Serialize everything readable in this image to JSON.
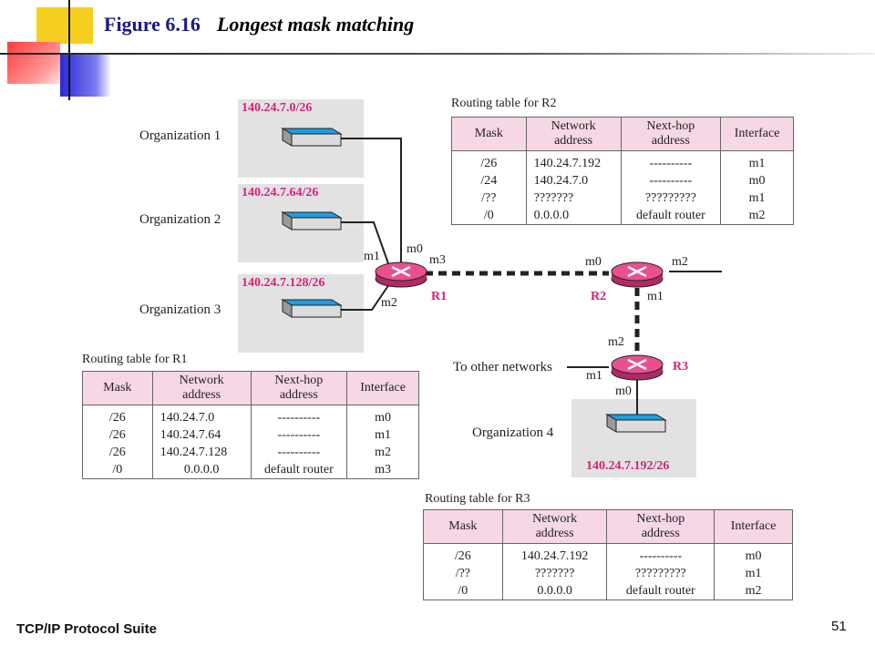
{
  "title": {
    "figure": "Figure 6.16",
    "caption": "Longest mask matching"
  },
  "footer": {
    "left": "TCP/IP Protocol Suite",
    "page": "51"
  },
  "organizations": {
    "org1": {
      "label": "Organization 1",
      "network": "140.24.7.0/26"
    },
    "org2": {
      "label": "Organization 2",
      "network": "140.24.7.64/26"
    },
    "org3": {
      "label": "Organization 3",
      "network": "140.24.7.128/26"
    },
    "org4": {
      "label": "Organization 4",
      "network": "140.24.7.192/26"
    },
    "other": "To other networks"
  },
  "routers": {
    "r1": {
      "name": "R1",
      "ports": {
        "m0": "m0",
        "m1": "m1",
        "m2": "m2",
        "m3": "m3"
      }
    },
    "r2": {
      "name": "R2",
      "ports": {
        "m0": "m0",
        "m1": "m1",
        "m2": "m2"
      }
    },
    "r3": {
      "name": "R3",
      "ports": {
        "m0": "m0",
        "m1": "m1",
        "m2": "m2"
      }
    }
  },
  "routing_tables": {
    "headers": {
      "mask": "Mask",
      "network_1": "Network",
      "network_2": "address",
      "nexthop_1": "Next-hop",
      "nexthop_2": "address",
      "interface": "Interface"
    },
    "r1": {
      "caption": "Routing table for R1",
      "rows": [
        {
          "mask": "/26",
          "network": "140.24.7.0",
          "nexthop": "----------",
          "interface": "m0"
        },
        {
          "mask": "/26",
          "network": "140.24.7.64",
          "nexthop": "----------",
          "interface": "m1"
        },
        {
          "mask": "/26",
          "network": "140.24.7.128",
          "nexthop": "----------",
          "interface": "m2"
        },
        {
          "mask": "/0",
          "network": "0.0.0.0",
          "nexthop": "default router",
          "interface": "m3"
        }
      ]
    },
    "r2": {
      "caption": "Routing table for R2",
      "rows": [
        {
          "mask": "/26",
          "network": "140.24.7.192",
          "nexthop": "----------",
          "interface": "m1"
        },
        {
          "mask": "/24",
          "network": "140.24.7.0",
          "nexthop": "----------",
          "interface": "m0"
        },
        {
          "mask": "/??",
          "network": "???????",
          "nexthop": "?????????",
          "interface": "m1"
        },
        {
          "mask": "/0",
          "network": "0.0.0.0",
          "nexthop": "default router",
          "interface": "m2"
        }
      ]
    },
    "r3": {
      "caption": "Routing table for R3",
      "rows": [
        {
          "mask": "/26",
          "network": "140.24.7.192",
          "nexthop": "----------",
          "interface": "m0"
        },
        {
          "mask": "/??",
          "network": "???????",
          "nexthop": "?????????",
          "interface": "m1"
        },
        {
          "mask": "/0",
          "network": "0.0.0.0",
          "nexthop": "default router",
          "interface": "m2"
        }
      ]
    }
  },
  "colors": {
    "title": "#1a1a8c",
    "network_label": "#d6227c",
    "router_fill": "#e8508f",
    "table_header": "#f6d7e6",
    "lan_box": "#e2e2e2",
    "device_top": "#1e9de0"
  }
}
